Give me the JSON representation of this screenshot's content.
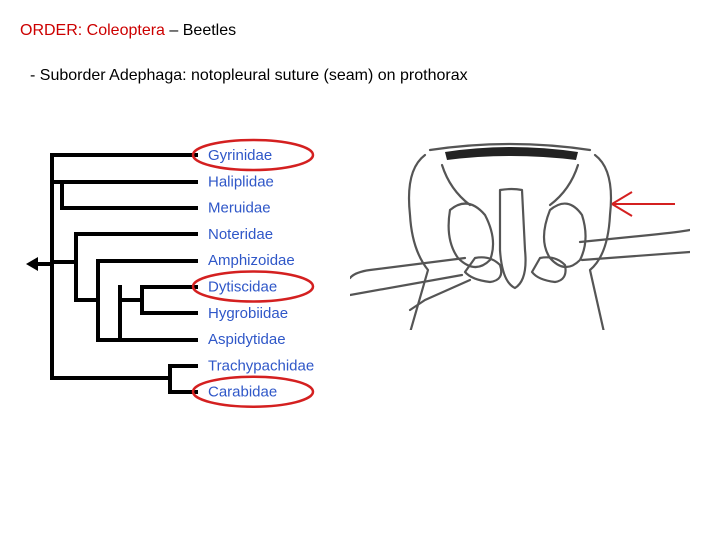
{
  "heading": {
    "prefix": "ORDER: ",
    "order": "Coleoptera",
    "separator": " – ",
    "common": "Beetles"
  },
  "subheading": "- Suborder Adephaga: notopleural suture (seam) on prothorax",
  "cladogram": {
    "taxa": [
      {
        "name": "Gyrinidae",
        "highlighted": true
      },
      {
        "name": "Haliplidae",
        "highlighted": false
      },
      {
        "name": "Meruidae",
        "highlighted": false
      },
      {
        "name": "Noteridae",
        "highlighted": false
      },
      {
        "name": "Amphizoidae",
        "highlighted": false
      },
      {
        "name": "Dytiscidae",
        "highlighted": true
      },
      {
        "name": "Hygrobiidae",
        "highlighted": false
      },
      {
        "name": "Aspidytidae",
        "highlighted": false
      },
      {
        "name": "Trachypachidae",
        "highlighted": false
      },
      {
        "name": "Carabidae",
        "highlighted": true
      }
    ],
    "label_color": "#2f57c8",
    "highlight_color": "#d42020",
    "branch_color": "#000000"
  },
  "illustration": {
    "subject": "prothorax-ventral-view",
    "arrow_color": "#d42020"
  }
}
